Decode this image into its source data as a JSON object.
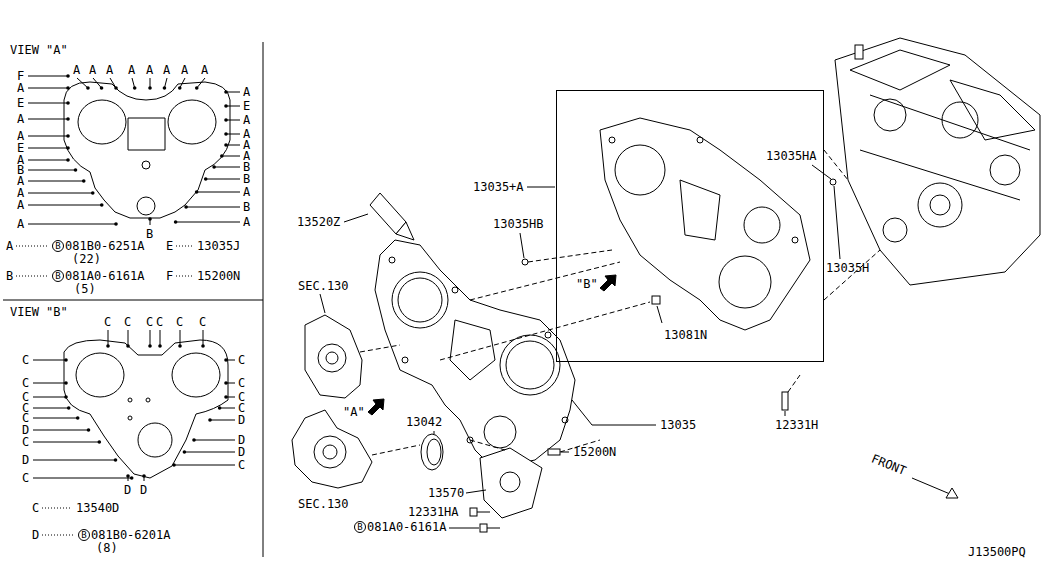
{
  "diagram": {
    "nodes": [
      {
        "text": [
          "\"B\"",
          "13081N"
        ]
      }
    ],
    "labels": [
      "VIEW \"A\"",
      "A",
      "A",
      "A",
      "A",
      "A",
      "A",
      "A",
      "A",
      "F",
      "A",
      "E",
      "A",
      "A",
      "E",
      "A",
      "B",
      "A",
      "A",
      "A",
      "A",
      "A",
      "E",
      "A",
      "A",
      "A",
      "A",
      "B",
      "B",
      "A",
      "B",
      "A",
      "B",
      "A",
      "B",
      "081B0-6251A",
      "(22)",
      "E",
      "13035J",
      "B",
      "B",
      "081A0-6161A",
      "(5)",
      "F",
      "15200N",
      "VIEW \"B\"",
      "C",
      "C",
      "C",
      "C",
      "C",
      "C",
      "C",
      "C",
      "C",
      "C",
      "C",
      "D",
      "C",
      "D",
      "C",
      "C",
      "C",
      "C",
      "C",
      "D",
      "D",
      "D",
      "C",
      "D",
      "D",
      "C",
      "13540D",
      "D",
      "B",
      "081B0-6201A",
      "(8)",
      "13520Z",
      "SEC.130",
      "13035+A",
      "13035HB",
      "13035HA",
      "13035H",
      "\"A\"",
      "13042",
      "13035",
      "12331H",
      "15200N",
      "13570",
      "SEC.130",
      "12331HA",
      "B",
      "081A0-6161A",
      "FRONT",
      "J13500PQ"
    ]
  }
}
